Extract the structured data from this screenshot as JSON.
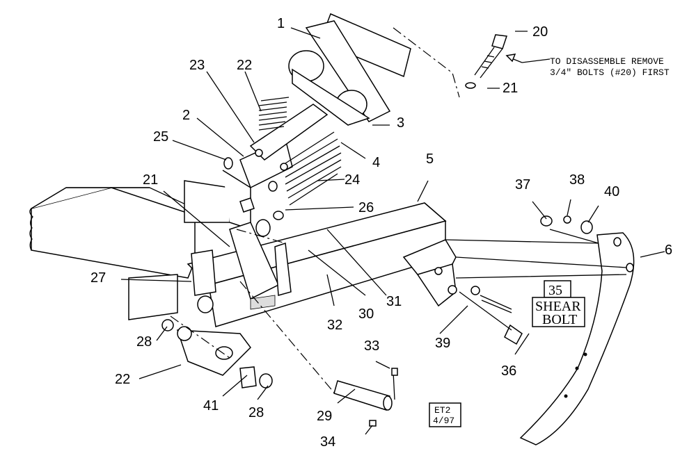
{
  "callouts": {
    "c1": "1",
    "c2": "2",
    "c3": "3",
    "c4": "4",
    "c5": "5",
    "c6": "6",
    "c20": "20",
    "c21a": "21",
    "c21b": "21",
    "c22a": "22",
    "c22b": "22",
    "c23": "23",
    "c24": "24",
    "c25": "25",
    "c26": "26",
    "c27": "27",
    "c28a": "28",
    "c28b": "28",
    "c29": "29",
    "c30": "30",
    "c31": "31",
    "c32": "32",
    "c33": "33",
    "c34": "34",
    "c36": "36",
    "c37": "37",
    "c38": "38",
    "c39": "39",
    "c40": "40",
    "c41": "41"
  },
  "note": {
    "line1": "TO DISASSEMBLE REMOVE",
    "line2": "3/4\" BOLTS (#20) FIRST"
  },
  "shear_bolt": {
    "number": "35",
    "line1": "SHEAR",
    "line2": "BOLT"
  },
  "drawing_code": {
    "line1": "ET2",
    "line2": "4/97"
  }
}
